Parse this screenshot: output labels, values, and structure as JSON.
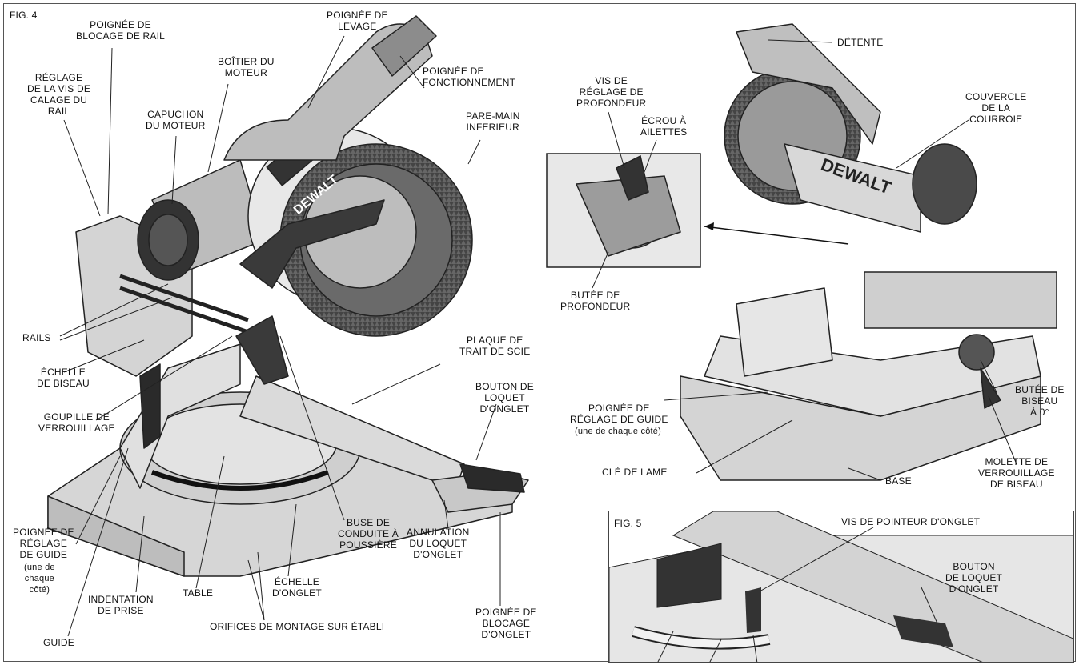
{
  "figures": {
    "fig4": "FIG. 4",
    "fig5": "FIG. 5"
  },
  "brand": "DEWALT",
  "labels": {
    "poignee_blocage_rail": "POIGNÉE DE\nBLOCAGE DE RAIL",
    "poignee_levage": "POIGNÉE DE\nLEVAGE",
    "boitier_moteur": "BOÎTIER DU\nMOTEUR",
    "poignee_fonctionnement": "POIGNÉE DE\nFONCTIONNEMENT",
    "reglage_vis_calage": "RÉGLAGE\nDE LA VIS DE\nCALAGE DU\nRAIL",
    "capuchon_moteur": "CAPUCHON\nDU MOTEUR",
    "pare_main": "PARE-MAIN\nINFERIEUR",
    "rails": "RAILS",
    "echelle_biseau": "ÉCHELLE\nDE BISEAU",
    "plaque_trait": "PLAQUE DE\nTRAIT DE SCIE",
    "goupille": "GOUPILLE DE\nVERROUILLAGE",
    "bouton_loquet_onglet": "BOUTON DE\nLOQUET\nD'ONGLET",
    "buse_poussiere": "BUSE DE\nCONDUITE À\nPOUSSIÈRE",
    "annulation_loquet": "ANNULATION\nDU LOQUET\nD'ONGLET",
    "poignee_reglage_guide_left": "POIGNÉE DE\nRÉGLAGE\nDE GUIDE",
    "une_chaque_cote_left": "(une de\nchaque\ncôté)",
    "table": "TABLE",
    "echelle_onglet": "ÉCHELLE\nD'ONGLET",
    "indentation_prise": "INDENTATION\nDE PRISE",
    "orifices": "ORIFICES DE MONTAGE SUR ÉTABLI",
    "guide": "GUIDE",
    "poignee_blocage_onglet": "POIGNÉE DE\nBLOCAGE\nD'ONGLET",
    "detente": "DÉTENTE",
    "vis_reglage_profondeur": "VIS DE\nRÉGLAGE DE\nPROFONDEUR",
    "ecrou_ailettes": "ÉCROU À\nAILETTES",
    "couvercle_courroie": "COUVERCLE\nDE LA\nCOURROIE",
    "butee_profondeur": "BUTÉE DE\nPROFONDEUR",
    "butee_biseau": "BUTÉE DE\nBISEAU\nÀ 0°",
    "poignee_reglage_guide_right": "POIGNÉE DE\nRÉGLAGE DE GUIDE",
    "une_chaque_cote_right": "(une de chaque côté)",
    "cle_lame": "CLÉ DE LAME",
    "base": "BASE",
    "molette": "MOLETTE DE\nVERROUILLAGE\nDE BISEAU",
    "vis_pointeur": "VIS DE POINTEUR D'ONGLET",
    "bouton_loquet_onglet_fig5": "BOUTON\nDE LOQUET\nD'ONGLET"
  },
  "colors": {
    "metal_light": "#e6e6e6",
    "metal_mid": "#c4c4c4",
    "metal_dark": "#8a8a8a",
    "black": "#2a2a2a",
    "outline": "#222222"
  }
}
